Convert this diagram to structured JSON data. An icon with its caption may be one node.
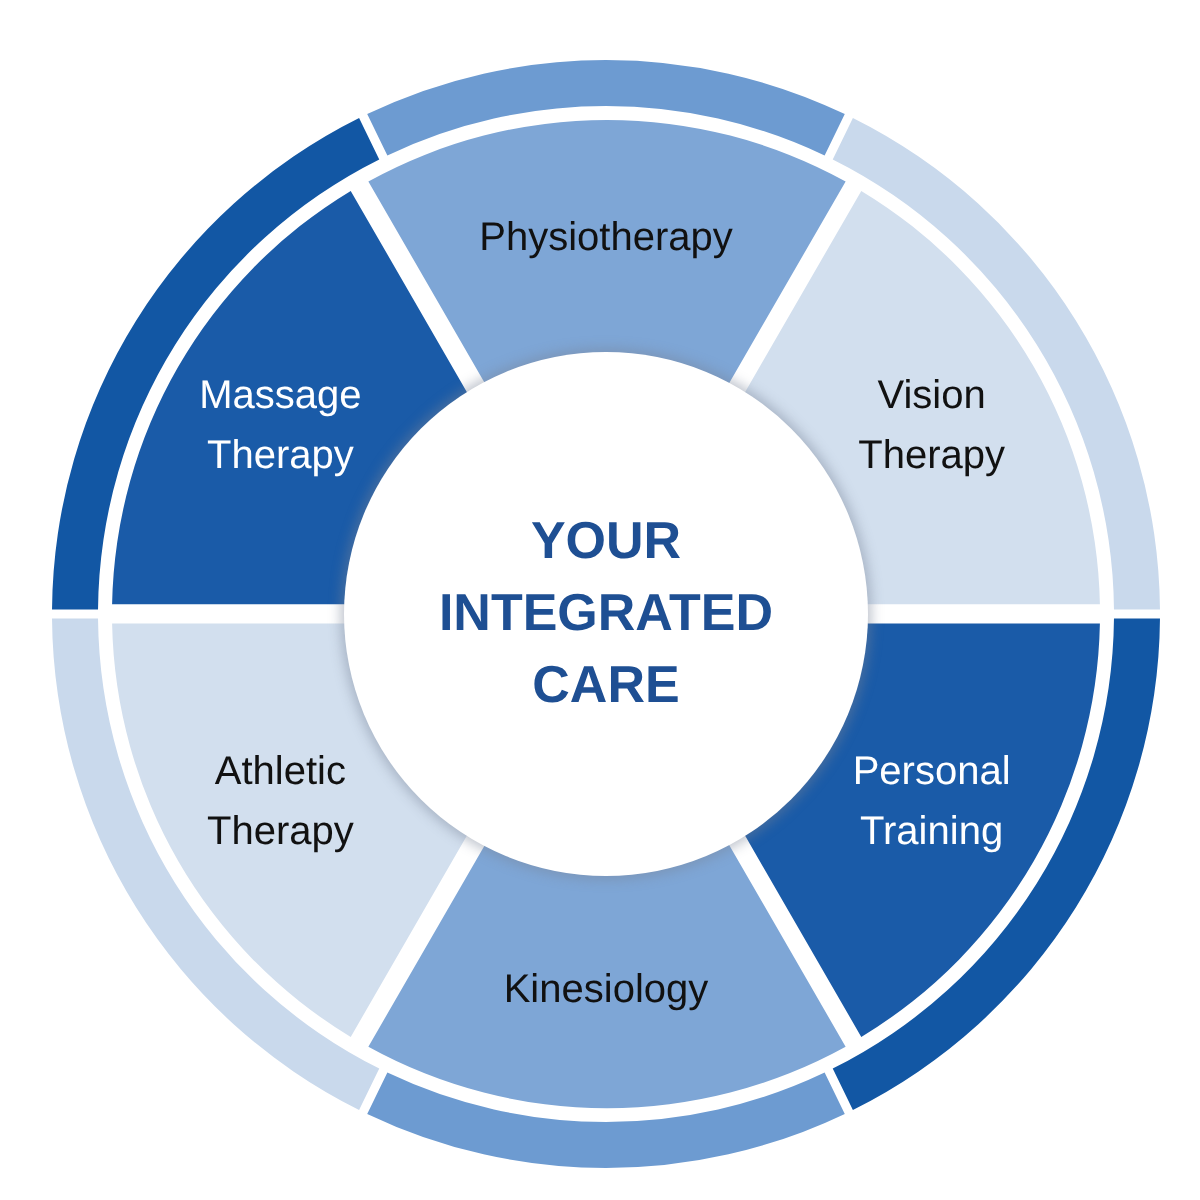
{
  "diagram": {
    "nodes": [
      {
        "text": [
          "YOUR INTEGRATED CARE"
        ]
      },
      {
        "text": [
          "Physiotherapy"
        ]
      },
      {
        "text": [
          "Vision Therapy"
        ]
      },
      {
        "text": [
          "Personal Training"
        ]
      },
      {
        "text": [
          "Kinesiology"
        ]
      },
      {
        "text": [
          "Athletic Therapy"
        ]
      },
      {
        "text": [
          "Massage Therapy"
        ]
      },
      {
        "text": [],
        "shape": "arc"
      },
      {
        "text": [],
        "shape": "arc"
      },
      {
        "text": [],
        "shape": "arc"
      },
      {
        "text": [],
        "shape": "arc"
      },
      {
        "text": [],
        "shape": "arc"
      },
      {
        "text": [],
        "shape": "arc"
      }
    ]
  }
}
